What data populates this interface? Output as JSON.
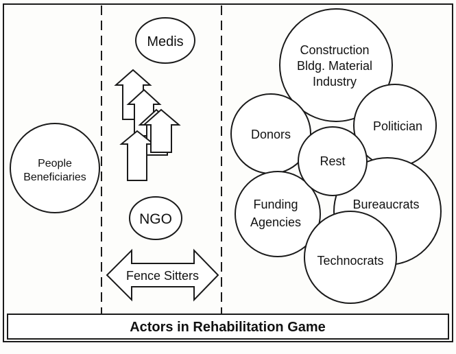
{
  "diagram": {
    "caption": "Actors in Rehabilitation Game",
    "left_panel": {
      "people_circle": [
        "People",
        "Beneficiaries"
      ]
    },
    "middle_panel": {
      "medis": "Medis",
      "ngo": "NGO",
      "fence_sitters": "Fence Sitters"
    },
    "right_panel": {
      "construction": [
        "Construction",
        "Bldg. Material",
        "Industry"
      ],
      "donors": "Donors",
      "politician": "Politician",
      "rest": "Rest",
      "funding": [
        "Funding",
        "Agencies"
      ],
      "bureaucrats": "Bureaucrats",
      "technocrats": "Technocrats"
    }
  },
  "colors": {
    "line": "#1a1a1a",
    "fill": "#ffffff",
    "background": "#fdfdfb"
  }
}
